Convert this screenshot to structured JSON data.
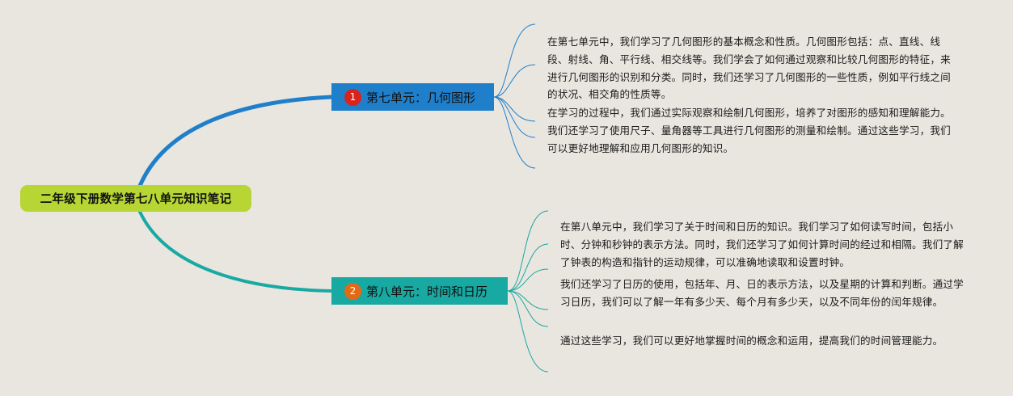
{
  "root": {
    "title": "二年级下册数学第七八单元知识笔记"
  },
  "branches": [
    {
      "number": "1",
      "label": "第七单元：几何图形",
      "color": "#1f7fcb",
      "badge_color": "#d8241c",
      "paragraphs": [
        "在第七单元中，我们学习了几何图形的基本概念和性质。几何图形包括：点、直线、线段、射线、角、平行线、相交线等。我们学会了如何通过观察和比较几何图形的特征，来进行几何图形的识别和分类。同时，我们还学习了几何图形的一些性质，例如平行线之间的状况、相交角的性质等。",
        "在学习的过程中，我们通过实际观察和绘制几何图形，培养了对图形的感知和理解能力。我们还学习了使用尺子、量角器等工具进行几何图形的测量和绘制。通过这些学习，我们可以更好地理解和应用几何图形的知识。"
      ]
    },
    {
      "number": "2",
      "label": "第八单元：时间和日历",
      "color": "#18a9a3",
      "badge_color": "#e26a17",
      "paragraphs": [
        "在第八单元中，我们学习了关于时间和日历的知识。我们学习了如何读写时间，包括小时、分钟和秒钟的表示方法。同时，我们还学习了如何计算时间的经过和相隔。我们了解了钟表的构造和指针的运动规律，可以准确地读取和设置时钟。",
        "我们还学习了日历的使用，包括年、月、日的表示方法，以及星期的计算和判断。通过学习日历，我们可以了解一年有多少天、每个月有多少天，以及不同年份的闰年规律。",
        "通过这些学习，我们可以更好地掌握时间的概念和运用，提高我们的时间管理能力。"
      ]
    }
  ]
}
